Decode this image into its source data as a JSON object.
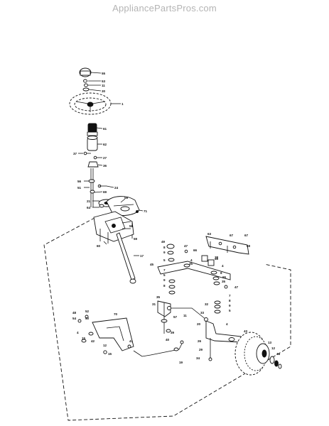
{
  "watermark": "AppliancePartsPros.com",
  "callouts": {
    "c1": "1",
    "c4": "4",
    "c5": "5",
    "c7": "7",
    "c8": "8",
    "c9": "9",
    "c11": "11",
    "c12": "12",
    "c13": "13",
    "c15": "15",
    "c17": "17",
    "c19": "19",
    "c20": "20",
    "c21": "21",
    "c24": "24",
    "c26": "26",
    "c27": "27",
    "c29": "29",
    "c30": "30",
    "c31": "31",
    "c32": "32",
    "c33": "33",
    "c34": "34",
    "c35": "35",
    "c36": "36",
    "c37": "37",
    "c38": "38",
    "c39": "39",
    "c40": "40",
    "c41": "41",
    "c42": "42",
    "c43": "43",
    "c44": "44",
    "c45": "45",
    "c46": "46",
    "c47": "47",
    "c48": "48",
    "c49": "49",
    "c50": "50",
    "c51": "51",
    "c52": "52",
    "c53": "53",
    "c54": "54",
    "c55": "55",
    "c56": "56",
    "c57": "57",
    "c58": "58",
    "c59": "59",
    "c60": "60",
    "c61": "61",
    "c62": "62",
    "c63": "63",
    "c64": "64",
    "c65": "65",
    "c66": "66",
    "c67": "67",
    "c68": "68",
    "c69": "69",
    "c70": "70",
    "c71": "71"
  }
}
